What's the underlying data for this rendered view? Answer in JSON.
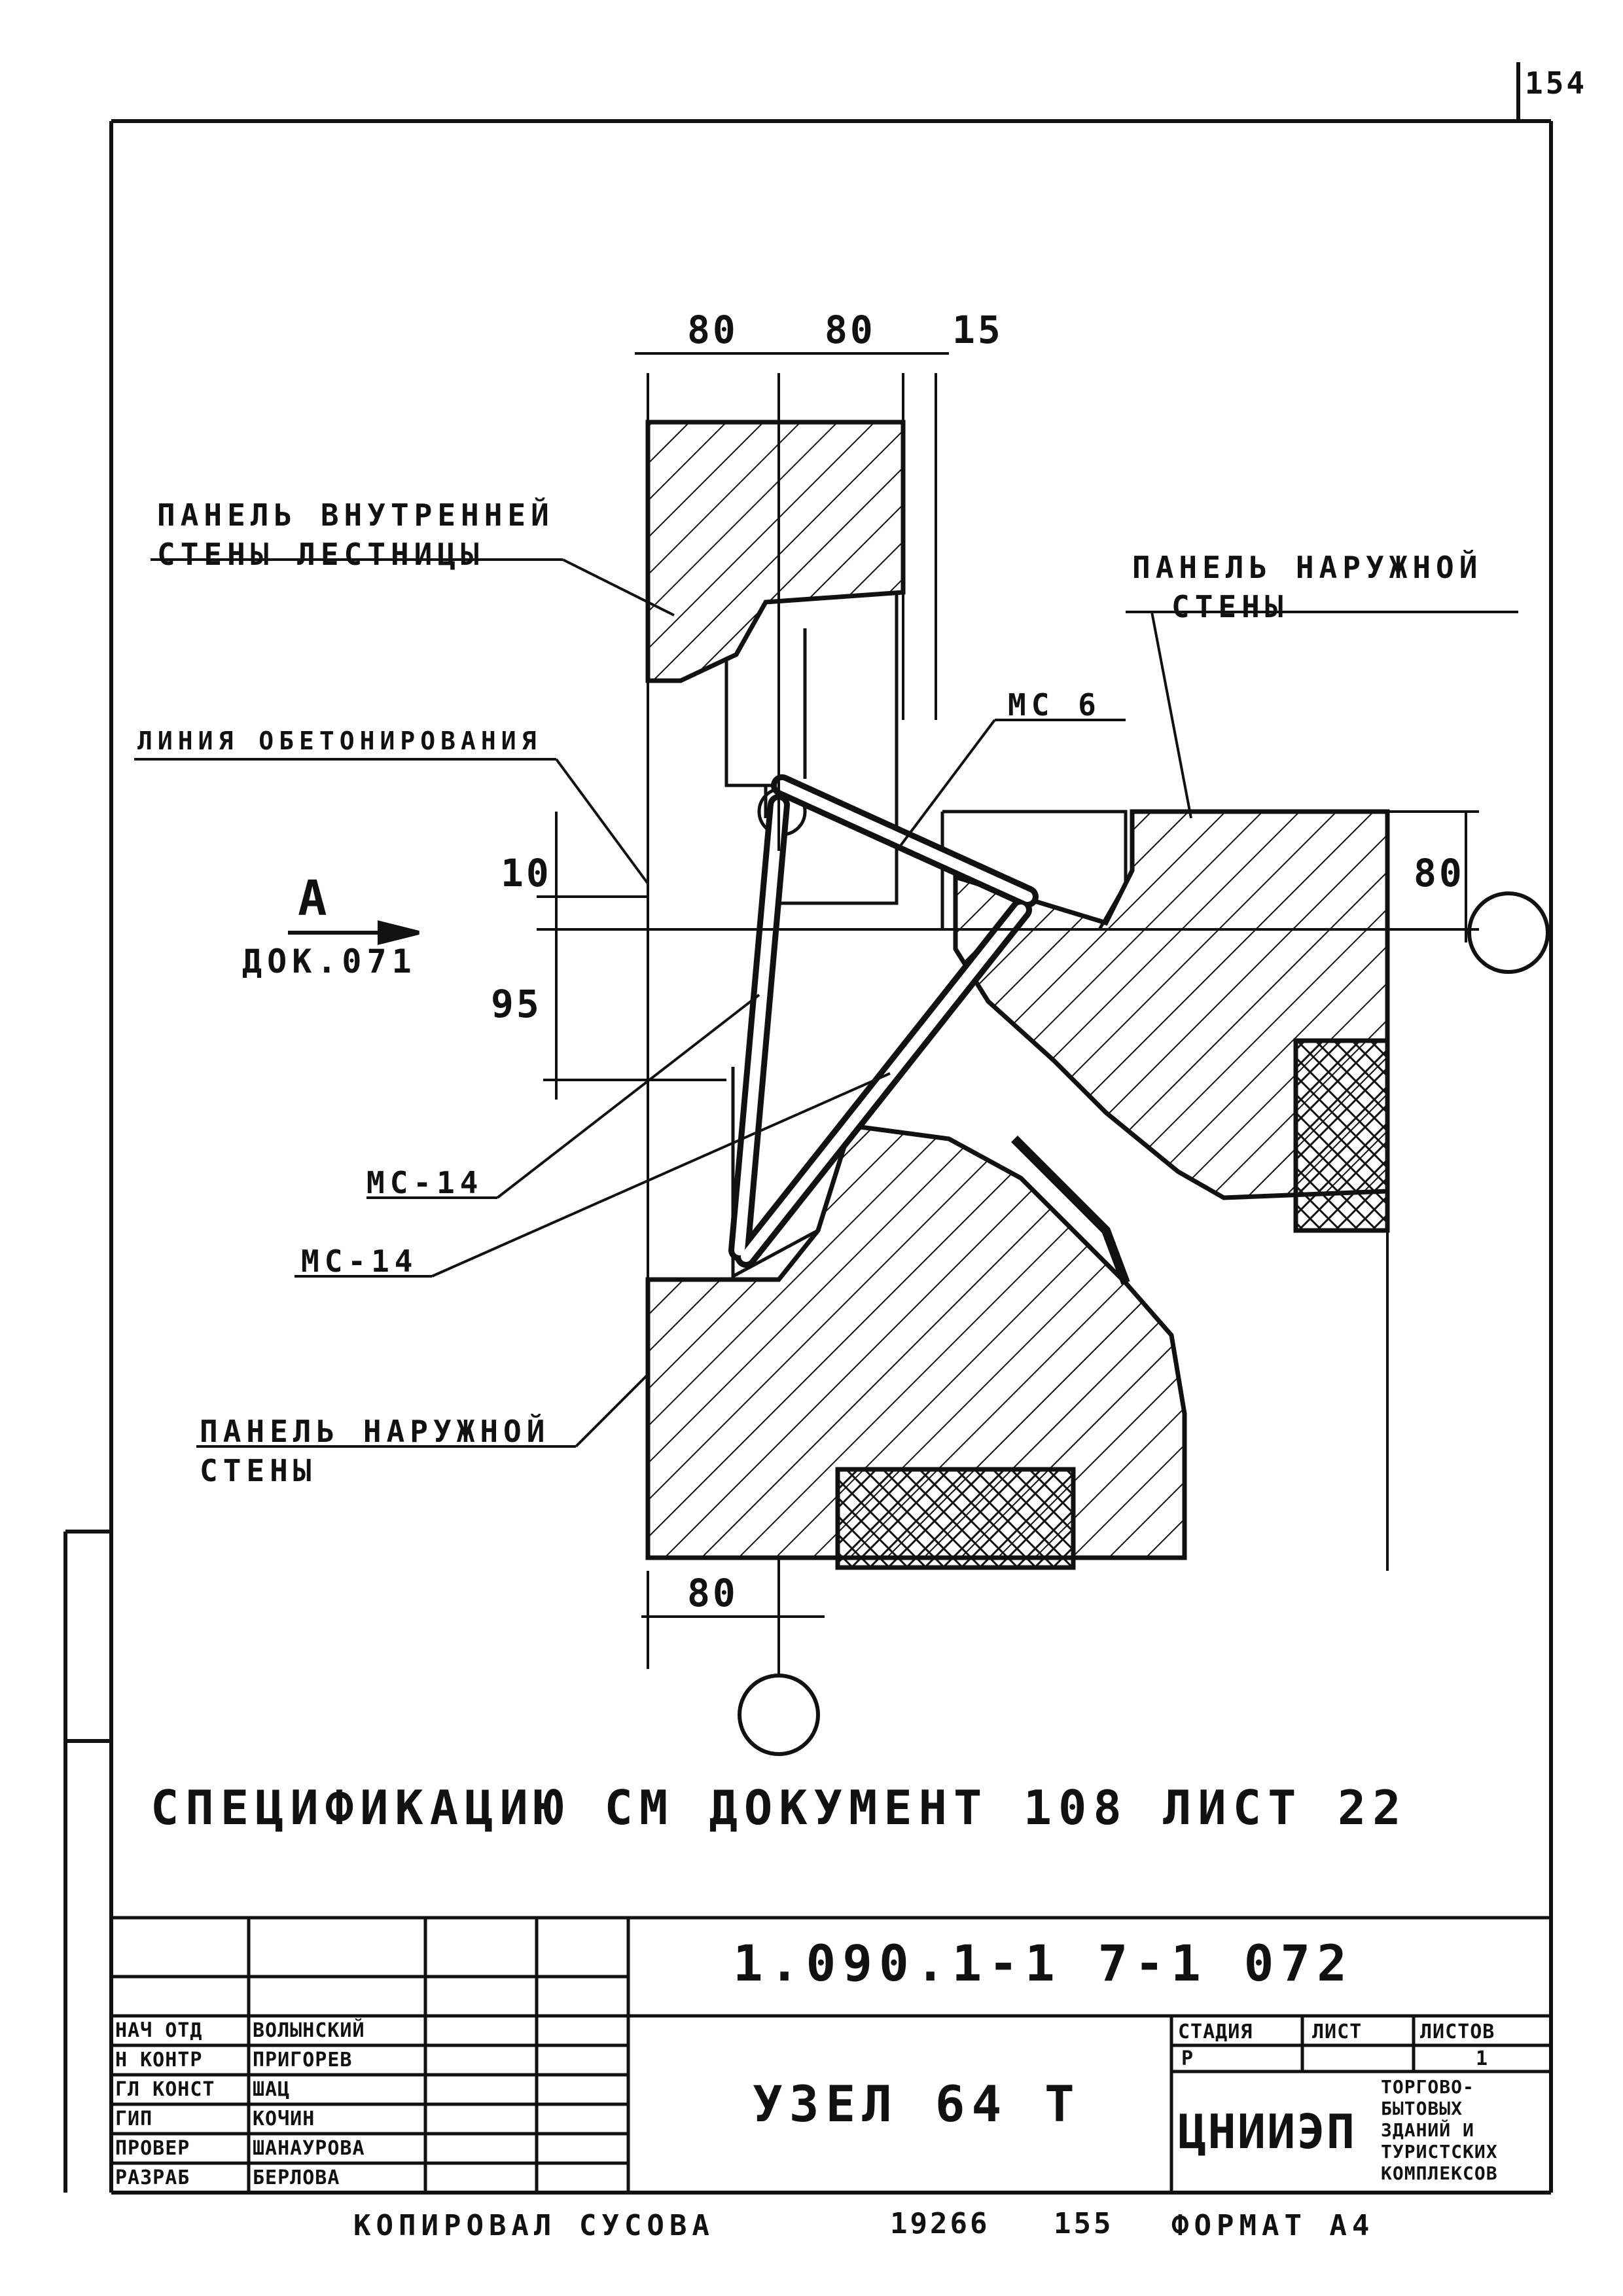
{
  "page_number": "154",
  "labels": {
    "inner_wall_panel": [
      "ПАНЕЛЬ ВНУТРЕННЕЙ",
      "СТЕНЫ ЛЕСТНИЦЫ"
    ],
    "outer_wall_panel_top": [
      "ПАНЕЛЬ НАРУЖНОЙ",
      "СТЕНЫ"
    ],
    "concreting_line": "ЛИНИЯ ОБЕТОНИРОВАНИЯ",
    "mc6": "МС 6",
    "mc14_a": "МС-14",
    "mc14_b": "МС-14",
    "outer_wall_panel_bottom": [
      "ПАНЕЛЬ НАРУЖНОЙ",
      "СТЕНЫ"
    ],
    "view_letter": "А",
    "view_ref": "ДОК.071"
  },
  "dimensions": {
    "top_left": "80",
    "top_mid": "80",
    "top_right": "15",
    "left_upper": "10",
    "left_lower": "95",
    "right": "80",
    "bottom": "80"
  },
  "spec_note": "СПЕЦИФИКАЦИЮ СМ ДОКУМЕНТ 108 ЛИСТ 22",
  "title_block": {
    "doc_code": "1.090.1-1  7-1  072",
    "title": "УЗЕЛ 64 Т",
    "roles": [
      "НАЧ ОТД",
      "Н КОНТР",
      "ГЛ КОНСТ",
      "ГИП",
      "ПРОВЕР",
      "РАЗРАБ"
    ],
    "names": [
      "ВОЛЫНСКИЙ",
      "ПРИГОРЕВ",
      "ШАЦ",
      "КОЧИН",
      "ШАНАУРОВА",
      "БЕРЛОВА"
    ],
    "stage_header": "СТАДИЯ",
    "sheet_header": "ЛИСТ",
    "sheets_header": "ЛИСТОВ",
    "stage_value": "Р",
    "sheets_value": "1",
    "org": "ЦНИИЭП",
    "org_sub": [
      "ТОРГОВО-",
      "БЫТОВЫХ",
      "ЗДАНИЙ И",
      "ТУРИСТСКИХ",
      "КОМПЛЕКСОВ"
    ]
  },
  "footer": {
    "copied": "КОПИРОВАЛ СУСОВА",
    "number": "19266",
    "number2": "155",
    "format": "ФОРМАТ А4"
  }
}
